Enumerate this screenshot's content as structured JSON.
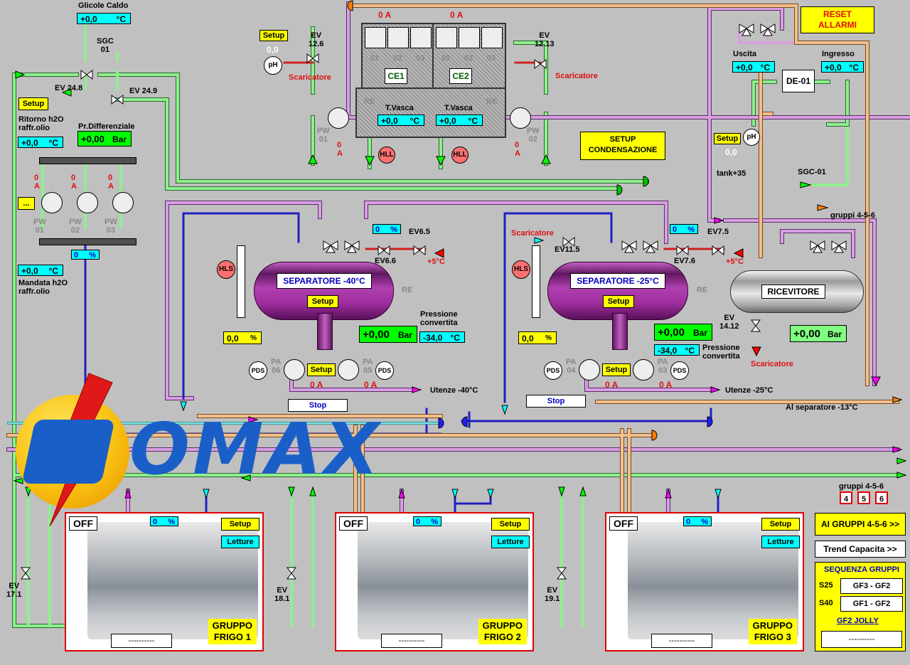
{
  "glicole": {
    "title": "Glicole Caldo",
    "value": "+0,0",
    "unit": "°C"
  },
  "sgc01": {
    "label": "SGC\n01"
  },
  "ev248": "EV 24.8",
  "ev249": "EV 24.9",
  "setup_label": "Setup",
  "ritorno": {
    "label": "Ritorno h2O\nraffr.olio",
    "value": "+0,0",
    "unit": "°C"
  },
  "pr_diff": {
    "label": "Pr.Differenziale",
    "value": "+0,00",
    "unit": "Bar"
  },
  "mandata": {
    "label": "Mandata h2O\nraffr.olio",
    "value": "+0,0",
    "unit": "°C"
  },
  "dots_btn": "...",
  "pumps_left": [
    {
      "amp": "0",
      "unit": "A",
      "name": "PW\n01"
    },
    {
      "amp": "0",
      "unit": "A",
      "name": "PW\n02"
    },
    {
      "amp": "0",
      "unit": "A",
      "name": "PW\n03"
    }
  ],
  "pct_left": {
    "value": "0",
    "unit": "%"
  },
  "condenser": {
    "ev126": "EV\n12.6",
    "ev1213": "EV\n12.13",
    "scaricatore": "Scaricatore",
    "ph_value": "0,0",
    "ph": "pH",
    "ce1": "CE1",
    "ce2": "CE2",
    "amp_ce1": "0",
    "amp_ce2": "0",
    "amp_unit": "A",
    "fans": [
      "01",
      "02",
      "03",
      "01",
      "02",
      "03"
    ],
    "tvasca_label": "T.Vasca",
    "tvasca1": "+0,0",
    "tvasca2": "+0,0",
    "tunit": "°C",
    "pw01": "PW\n01",
    "pw02": "PW\n02",
    "pw_amp": "0",
    "re": "RE",
    "hll": "HLL"
  },
  "setup_cond": "SETUP\nCONDENSAZIONE",
  "reset": "RESET\nALLARMI",
  "de01": {
    "name": "DE-01",
    "uscita": "Uscita",
    "ingresso": "Ingresso",
    "uscita_val": "+0,0",
    "ingresso_val": "+0,0",
    "unit": "°C",
    "ph_value": "0,0",
    "tank": "tank+35",
    "sgc": "SGC-01",
    "gruppi": "gruppi 4-5-6"
  },
  "sep40": {
    "name": "SEPARATORE -40°C",
    "hls": "HLS",
    "pct": "0",
    "ev65": "EV6.5",
    "ev66": "EV6.6",
    "plus5": "+5°C",
    "level": "0,0",
    "level_unit": "%",
    "pressure": "+0,00",
    "p_unit": "Bar",
    "press_lbl": "Pressione\nconvertita",
    "conv": "-34,0",
    "conv_unit": "°C",
    "pds": "PDS",
    "pa06": "PA\n06",
    "pa05": "PA\n05",
    "amp1": "0",
    "amp2": "0",
    "amp_unit": "A",
    "utenze": "Utenze -40°C",
    "stop": "Stop",
    "re": "RE"
  },
  "sep25": {
    "name": "SEPARATORE -25°C",
    "hls": "HLS",
    "pct": "0",
    "ev75": "EV7.5",
    "ev76": "EV7.6",
    "ev115": "EV11.5",
    "scaricatore": "Scaricatore",
    "plus5": "+5°C",
    "level": "0,0",
    "level_unit": "%",
    "pressure": "+0,00",
    "p_unit": "Bar",
    "press_lbl": "Pressione\nconvertita",
    "conv": "-34,0",
    "conv_unit": "°C",
    "pds": "PDS",
    "pa04": "PA\n04",
    "pa03": "PA\n03",
    "amp1": "0",
    "amp2": "0",
    "amp_unit": "A",
    "utenze": "Utenze -25°C",
    "stop": "Stop",
    "re": "RE"
  },
  "ricevitore": {
    "name": "RICEVITORE",
    "ev": "EV\n14.12",
    "scaricatore": "Scaricatore",
    "pressure": "+0,00",
    "unit": "Bar"
  },
  "al_separatore": "Al separatore -13°C",
  "gruppi_bottom": {
    "label": "gruppi 4-5-6",
    "nums": [
      "4",
      "5",
      "6"
    ]
  },
  "logo": "OMAX",
  "frigo": [
    {
      "off": "OFF",
      "pct": "0",
      "unit": "%",
      "setup": "Setup",
      "letture": "Letture",
      "dash": "----------",
      "title": "GRUPPO\nFRIGO 1",
      "ev": "EV\n17.1"
    },
    {
      "off": "OFF",
      "pct": "0",
      "unit": "%",
      "setup": "Setup",
      "letture": "Letture",
      "dash": "----------",
      "title": "GRUPPO\nFRIGO 2",
      "ev": "EV\n18.1"
    },
    {
      "off": "OFF",
      "pct": "0",
      "unit": "%",
      "setup": "Setup",
      "letture": "Letture",
      "dash": "----------",
      "title": "GRUPPO\nFRIGO 3",
      "ev": "EV\n19.1"
    }
  ],
  "right_panel": {
    "al_gruppi": "AI GRUPPI 4-5-6 >>",
    "trend": "Trend Capacita >>",
    "sequenza_title": "SEQUENZA GRUPPI",
    "s25": "S25",
    "s25_val": "GF3 - GF2",
    "s40": "S40",
    "s40_val": "GF1 - GF2",
    "jolly": "GF2 JOLLY",
    "jolly_val": "----------"
  },
  "colors": {
    "pipe_green": "#90ee90",
    "pipe_purple": "#d8a0e0",
    "pipe_blue": "#2020c0",
    "pipe_orange": "#f0b070",
    "cyan": "#00ffff",
    "yellow": "#ffff00"
  }
}
